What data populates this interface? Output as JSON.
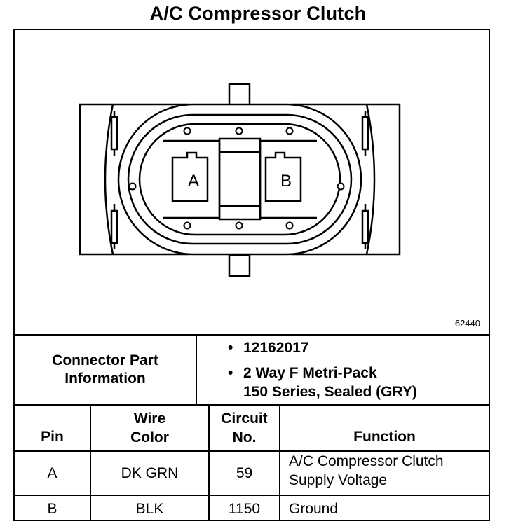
{
  "title": "A/C Compressor Clutch",
  "figure_number": "62440",
  "connector_pins": [
    "A",
    "B"
  ],
  "connector_info": {
    "label_line1": "Connector Part",
    "label_line2": "Information",
    "part_number": "12162017",
    "description_line1": "2 Way F Metri-Pack",
    "description_line2": "150 Series, Sealed (GRY)",
    "bullet": "•"
  },
  "table": {
    "headers": {
      "pin": "Pin",
      "wire_color_line1": "Wire",
      "wire_color_line2": "Color",
      "circuit_line1": "Circuit",
      "circuit_line2": "No.",
      "function": "Function"
    },
    "rows": [
      {
        "pin": "A",
        "wire_color": "DK GRN",
        "circuit": "59",
        "function_line1": "A/C Compressor Clutch",
        "function_line2": "Supply Voltage"
      },
      {
        "pin": "B",
        "wire_color": "BLK",
        "circuit": "1150",
        "function_line1": "Ground",
        "function_line2": ""
      }
    ]
  }
}
